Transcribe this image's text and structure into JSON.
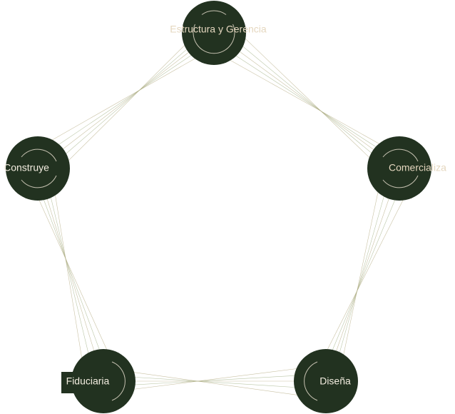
{
  "diagram": {
    "nodes": [
      {
        "id": "estructura",
        "label": "Estructura y Gerencia"
      },
      {
        "id": "comercializa",
        "label": "Comercializa"
      },
      {
        "id": "disena",
        "label": "Diseña"
      },
      {
        "id": "fiduciaria",
        "label": "Fiduciaria"
      },
      {
        "id": "construye",
        "label": "Construye"
      }
    ],
    "edges": [
      [
        "estructura",
        "comercializa"
      ],
      [
        "comercializa",
        "disena"
      ],
      [
        "disena",
        "fiduciaria"
      ],
      [
        "fiduciaria",
        "construye"
      ],
      [
        "construye",
        "estructura"
      ]
    ]
  },
  "colors": {
    "node_fill": "#223220",
    "ring": "#d7d0c0",
    "edge": "#b7ae86",
    "label": "#f2ecdf"
  }
}
